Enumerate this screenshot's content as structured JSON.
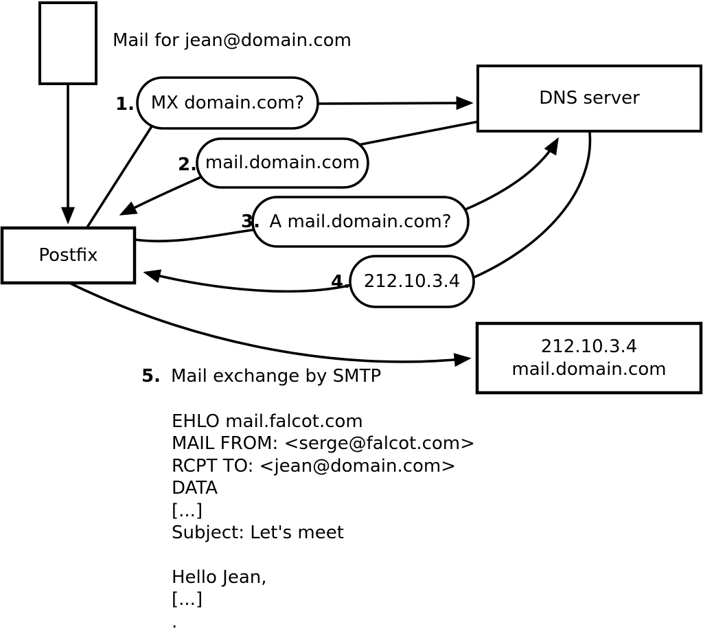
{
  "colors": {
    "ink": "#000000",
    "paper": "#ffffff"
  },
  "mail_source": {
    "caption": "Mail for jean@domain.com"
  },
  "nodes": {
    "postfix": {
      "label": "Postfix"
    },
    "dns_server": {
      "label": "DNS server"
    },
    "mail_server": {
      "line1": "212.10.3.4",
      "line2": "mail.domain.com"
    }
  },
  "steps": [
    {
      "num": "1.",
      "label": "MX domain.com?"
    },
    {
      "num": "2.",
      "label": "mail.domain.com"
    },
    {
      "num": "3.",
      "label": "A mail.domain.com?"
    },
    {
      "num": "4.",
      "label": "212.10.3.4"
    },
    {
      "num": "5.",
      "label": "Mail exchange by SMTP"
    }
  ],
  "smtp_session": {
    "lines": [
      "EHLO mail.falcot.com",
      "MAIL FROM: <serge@falcot.com>",
      "RCPT TO: <jean@domain.com>",
      "DATA",
      "[...]",
      "Subject: Let's meet",
      "",
      "Hello Jean,",
      "[...]",
      "."
    ]
  }
}
